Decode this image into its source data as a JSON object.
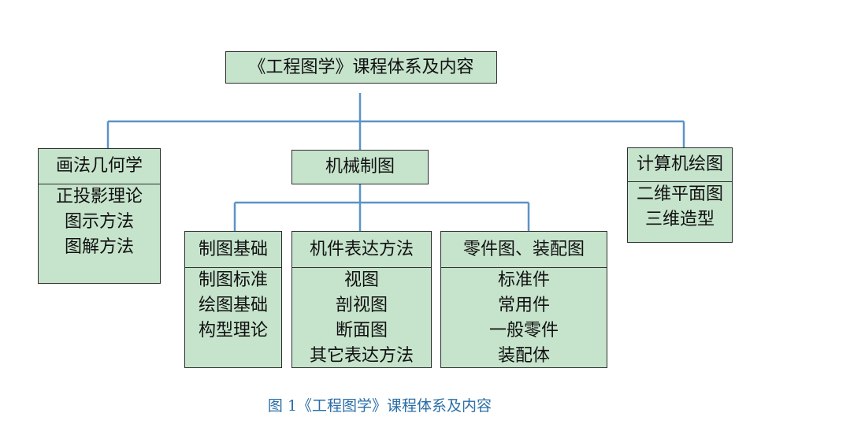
{
  "root": {
    "title": "《工程图学》课程体系及内容"
  },
  "columns": {
    "left": {
      "title": "画法几何学",
      "items": [
        "正投影理论",
        "图示方法",
        "图解方法"
      ]
    },
    "middle": {
      "title": "机械制图"
    },
    "right": {
      "title": "计算机绘图",
      "items": [
        "二维平面图",
        "三维造型"
      ]
    }
  },
  "sub": {
    "s1": {
      "title": "制图基础",
      "items": [
        "制图标准",
        "绘图基础",
        "构型理论"
      ]
    },
    "s2": {
      "title": "机件表达方法",
      "items": [
        "视图",
        "剖视图",
        "断面图",
        "其它表达方法"
      ]
    },
    "s3": {
      "title": "零件图、装配图",
      "items": [
        "标准件",
        "常用件",
        "一般零件",
        "装配体"
      ]
    }
  },
  "caption": "图 1《工程图学》课程体系及内容",
  "colors": {
    "box_fill": "#c6e3cc",
    "connector": "#5b93c8",
    "caption": "#2a6ea6"
  }
}
